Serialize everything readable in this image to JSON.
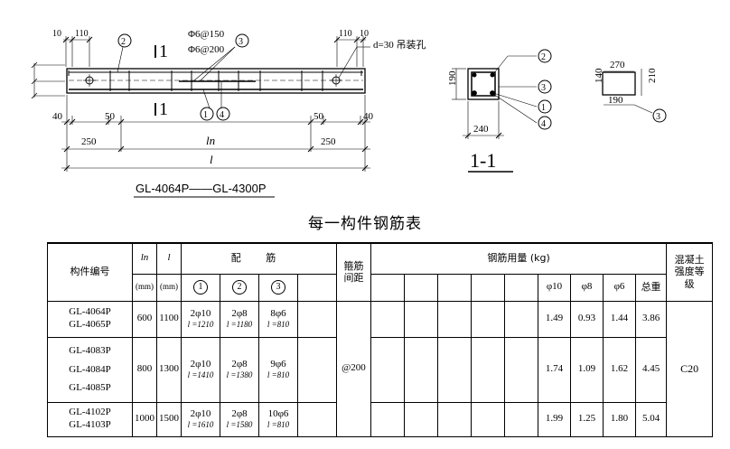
{
  "drawing": {
    "elevation_caption": "GL-4064P——GL-4300P",
    "section_title": "1-1",
    "stirrup_note1": "Φ6@150",
    "stirrup_note2": "Φ6@200",
    "hole_note": "d=30 吊装孔",
    "section_mark_left": "1",
    "section_mark_right": "1",
    "ln_label": "ln",
    "l_label": "l"
  },
  "table": {
    "title": "每一构件钢筋表",
    "headers": {
      "member_no": "构件编号",
      "ln": "ln",
      "l": "l",
      "unit": "(mm)",
      "rebar": "配 筋",
      "stirrup_spacing": "箍筋间距",
      "rebar_qty": "钢筋用量 (kg)",
      "concrete": "混凝土强度等级",
      "bar_nos": [
        "1",
        "2",
        "3"
      ],
      "qty_cols": [
        "φ10",
        "φ8",
        "φ6",
        "总重"
      ]
    },
    "stirrup_value": "@200",
    "concrete_value": "C20",
    "rows": [
      {
        "members": [
          "GL-4064P",
          "GL-4065P"
        ],
        "ln": "600",
        "l": "1100",
        "bar1": [
          "2φ10",
          "l =1210"
        ],
        "bar2": [
          "2φ8",
          "l =1180"
        ],
        "bar3": [
          "8φ6",
          "l =810"
        ],
        "q10": "1.49",
        "q8": "0.93",
        "q6": "1.44",
        "total": "3.86"
      },
      {
        "members": [
          "GL-4083P",
          "GL-4084P",
          "GL-4085P"
        ],
        "ln": "800",
        "l": "1300",
        "bar1": [
          "2φ10",
          "l =1410"
        ],
        "bar2": [
          "2φ8",
          "l =1380"
        ],
        "bar3": [
          "9φ6",
          "l =810"
        ],
        "q10": "1.74",
        "q8": "1.09",
        "q6": "1.62",
        "total": "4.45"
      },
      {
        "members": [
          "GL-4102P",
          "GL-4103P"
        ],
        "ln": "1000",
        "l": "1500",
        "bar1": [
          "2φ10",
          "l =1610"
        ],
        "bar2": [
          "2φ8",
          "l =1580"
        ],
        "bar3": [
          "10φ6",
          "l =810"
        ],
        "q10": "1.99",
        "q8": "1.25",
        "q6": "1.80",
        "total": "5.04"
      }
    ]
  }
}
